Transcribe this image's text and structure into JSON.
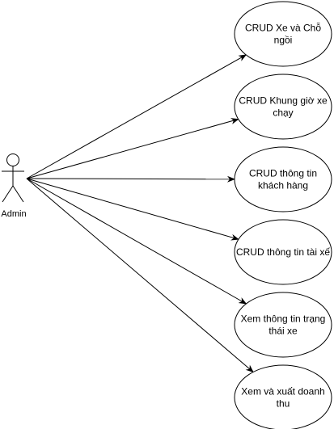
{
  "actor": {
    "label": "Admin"
  },
  "use_cases": [
    {
      "lines": [
        "CRUD Xe và Chỗ",
        "ngồi"
      ]
    },
    {
      "lines": [
        "CRUD Khung giờ xe",
        "chạy"
      ]
    },
    {
      "lines": [
        "CRUD thông tin",
        "khách hàng"
      ]
    },
    {
      "lines": [
        "CRUD thông tin tài xế"
      ]
    },
    {
      "lines": [
        "Xem thông tin trạng",
        "thái xe"
      ]
    },
    {
      "lines": [
        "Xem và xuất doanh",
        "thu"
      ]
    }
  ],
  "colors": {
    "stroke": "#000000",
    "fill": "#ffffff",
    "text": "#000000"
  }
}
